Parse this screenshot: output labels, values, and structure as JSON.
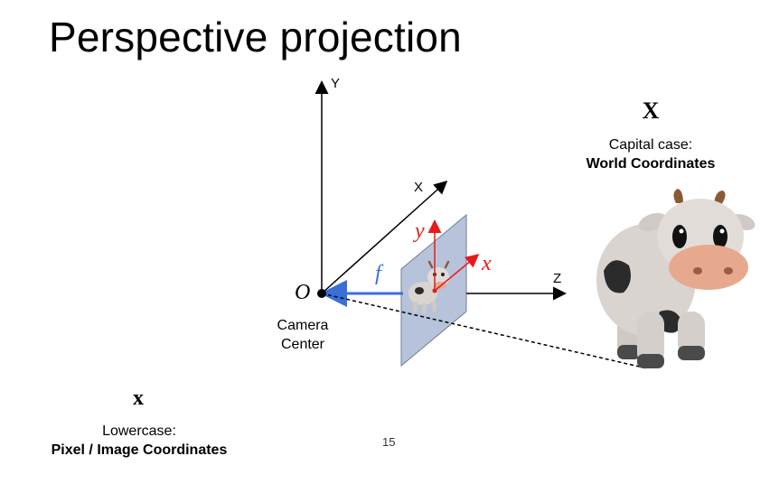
{
  "slide": {
    "title": "Perspective projection",
    "page_number": "15"
  },
  "axes": {
    "y_label": "Y",
    "x_label": "X",
    "z_label": "Z",
    "origin_label": "O",
    "focal_label": "f",
    "image_x_label": "x",
    "image_y_label": "y"
  },
  "camera": {
    "line1": "Camera",
    "line2": "Center"
  },
  "world": {
    "symbol": "X",
    "line1": "Capital case:",
    "line2": "World Coordinates"
  },
  "pixel": {
    "symbol": "x",
    "line1": "Lowercase:",
    "line2": "Pixel / Image Coordinates"
  },
  "colors": {
    "axis": "#000000",
    "image_axes": "#e8191b",
    "focal": "#3a6fd8",
    "image_plane": "#a9b9d4",
    "cow_body": "#d9d4d0",
    "cow_spot": "#2b2b2b",
    "cow_nose": "#e7a98e",
    "cow_horn": "#8a5a35"
  }
}
